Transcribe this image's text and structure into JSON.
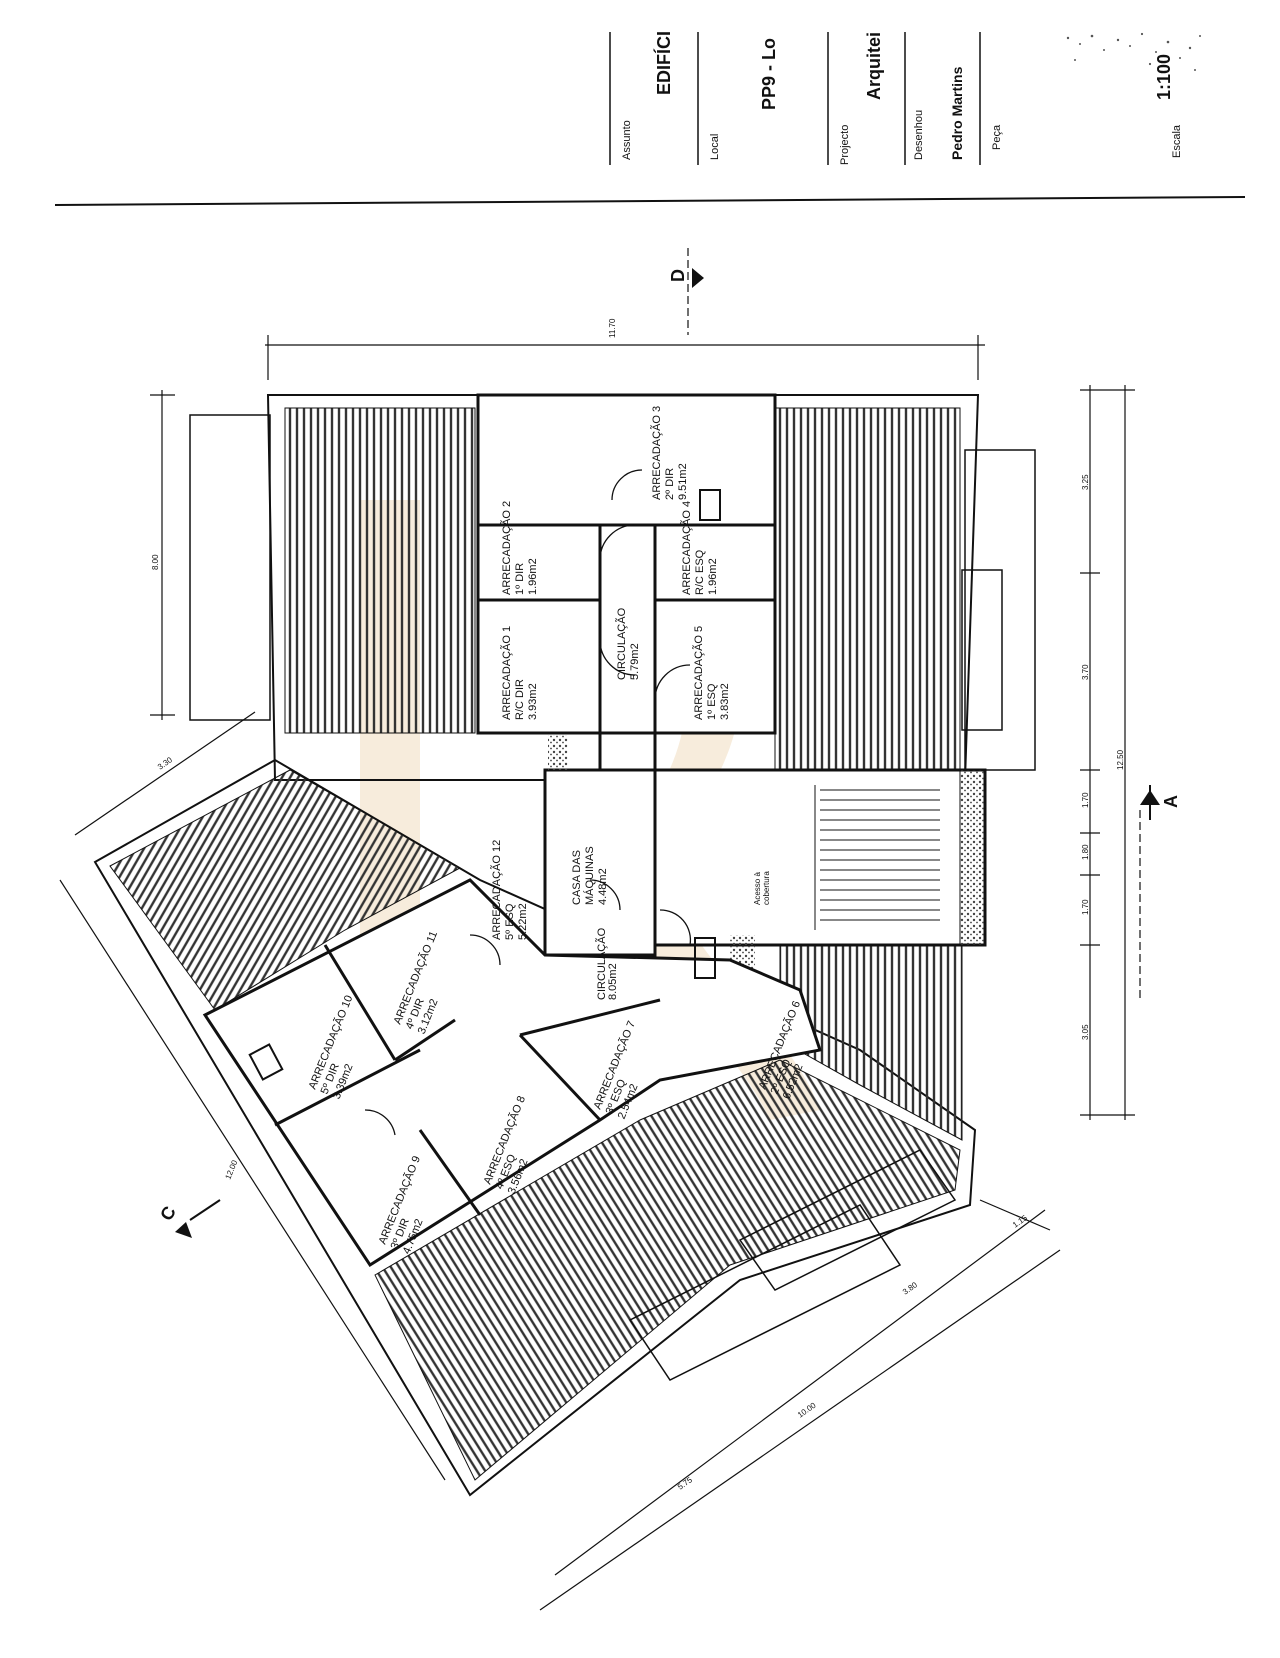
{
  "title_block": {
    "assunto_label": "Assunto",
    "assunto_value": "EDIFÍCI",
    "local_label": "Local",
    "local_value": "PP9 - Lo",
    "projecto_label": "Projecto",
    "projecto_value": "Arquitei",
    "desenhou_label": "Desenhou",
    "desenhou_value": "Pedro Martins",
    "peca_label": "Peça",
    "escala_label": "Escala",
    "escala_value": "1:100"
  },
  "section_marks": {
    "d": "D",
    "a": "A",
    "c": "C"
  },
  "rooms": {
    "arr3": [
      "ARRECADAÇÃO 3",
      "2º DIR",
      "9.51m2"
    ],
    "arr2": [
      "ARRECADAÇÃO 2",
      "1º DIR",
      "1.96m2"
    ],
    "arr4": [
      "ARRECADAÇÃO 4",
      "R/C ESQ",
      "1.96m2"
    ],
    "arr1": [
      "ARRECADAÇÃO 1",
      "R/C DIR",
      "3.93m2"
    ],
    "circ1": [
      "CIRCULAÇÃO",
      "5.79m2"
    ],
    "arr5": [
      "ARRECADAÇÃO 5",
      "1º ESQ",
      "3.83m2"
    ],
    "arr12": [
      "ARRECADAÇÃO 12",
      "5º ESQ",
      "5.22m2"
    ],
    "casa": [
      "CASA DAS",
      "MÁQUINAS",
      "4.48m2"
    ],
    "arr11": [
      "ARRECADAÇÃO 11",
      "4º DIR",
      "3.12m2"
    ],
    "arr10": [
      "ARRECADAÇÃO 10",
      "5º DIR",
      "3.39m2"
    ],
    "circ2": [
      "CIRCULAÇÃO",
      "8.05m2"
    ],
    "arr7": [
      "ARRECADAÇÃO 7",
      "3º ESQ",
      "2.54m2"
    ],
    "arr6": [
      "ARRECADAÇÃO 6",
      "2º ESQ",
      "6.52m2"
    ],
    "arr8": [
      "ARRECADAÇÃO 8",
      "4º ESQ",
      "3.56m2"
    ],
    "arr9": [
      "ARRECADAÇÃO 9",
      "3º DIR",
      "4.75m2"
    ],
    "acesso": [
      "Acesso à",
      "cobertura"
    ]
  },
  "dimensions": {
    "top_overall": "11.70",
    "left_roof": "8.00",
    "angled_short": "3.30",
    "angled_long": "12.00",
    "right_1": "3.25",
    "right_2": "3.70",
    "right_3": "1.70",
    "right_4": "1.80",
    "right_5": "1.70",
    "right_6": "3.05",
    "right_overall": "12.50",
    "bottom_1": "1.15",
    "bottom_2": "3.80",
    "bottom_overall": "10.00",
    "bottom_3": "5.75"
  }
}
